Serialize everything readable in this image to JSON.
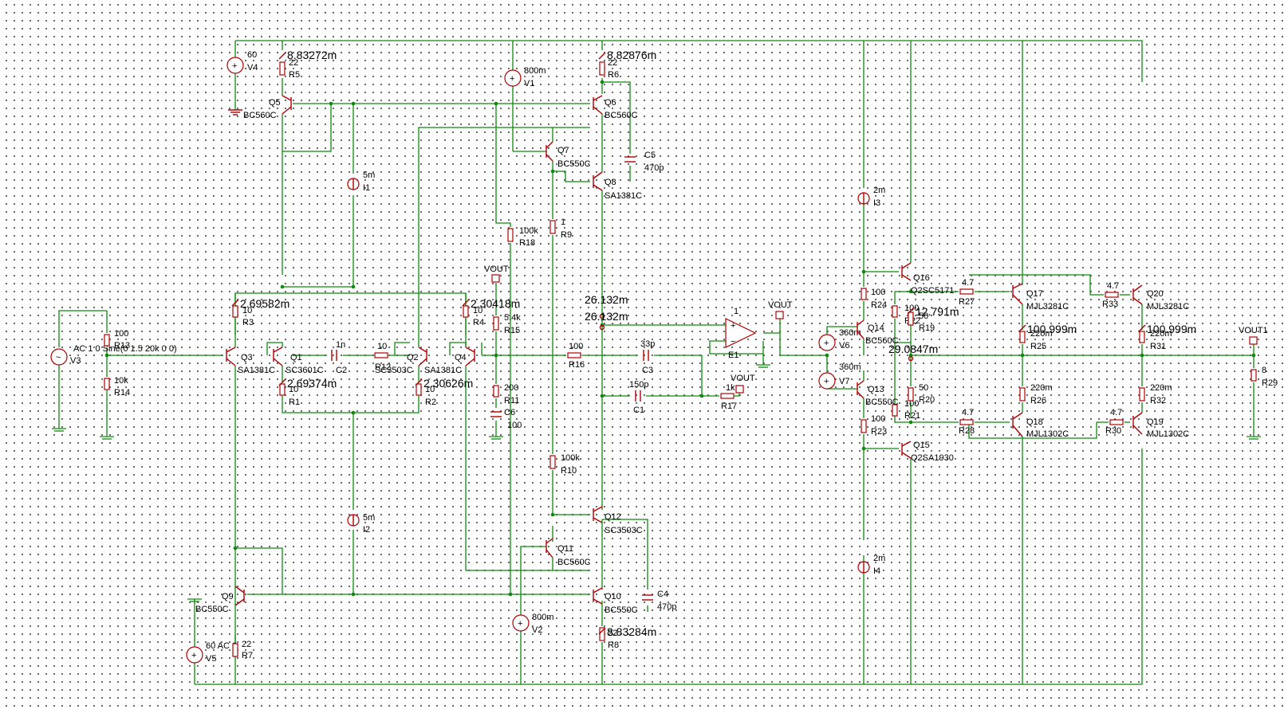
{
  "sources": [
    {
      "ref": "V4",
      "value": "60"
    },
    {
      "ref": "V1",
      "value": "800m"
    },
    {
      "ref": "V2",
      "value": "800m"
    },
    {
      "ref": "V5",
      "value": "60 AC 0"
    },
    {
      "ref": "V3",
      "value": "AC 1 0 Sine(0 1.5 20k 0 0)"
    },
    {
      "ref": "V6",
      "value": "360m"
    },
    {
      "ref": "V7",
      "value": "360m"
    },
    {
      "ref": "I1",
      "value": "5m"
    },
    {
      "ref": "I2",
      "value": "5m"
    },
    {
      "ref": "I3",
      "value": "2m"
    },
    {
      "ref": "I4",
      "value": "2m"
    }
  ],
  "resistors": [
    {
      "ref": "R5",
      "value": "22"
    },
    {
      "ref": "R6",
      "value": "22"
    },
    {
      "ref": "R3",
      "value": "10"
    },
    {
      "ref": "R4",
      "value": "10"
    },
    {
      "ref": "R1",
      "value": "10"
    },
    {
      "ref": "R2",
      "value": "10"
    },
    {
      "ref": "R13",
      "value": "100"
    },
    {
      "ref": "R14",
      "value": "10k"
    },
    {
      "ref": "R18",
      "value": "100k"
    },
    {
      "ref": "R9",
      "value": "1"
    },
    {
      "ref": "R15",
      "value": "5.4k"
    },
    {
      "ref": "R11",
      "value": "200"
    },
    {
      "ref": "R16",
      "value": "100"
    },
    {
      "ref": "R10",
      "value": "100k"
    },
    {
      "ref": "R8",
      "value": "22"
    },
    {
      "ref": "R7",
      "value": "22"
    },
    {
      "ref": "R17",
      "value": "1k"
    },
    {
      "ref": "R24",
      "value": "100"
    },
    {
      "ref": "R23",
      "value": "100"
    },
    {
      "ref": "R22",
      "value": "100"
    },
    {
      "ref": "R21",
      "value": "100"
    },
    {
      "ref": "R19",
      "value": "50"
    },
    {
      "ref": "R20",
      "value": "50"
    },
    {
      "ref": "R27",
      "value": "4.7"
    },
    {
      "ref": "R28",
      "value": "4.7"
    },
    {
      "ref": "R33",
      "value": "4.7"
    },
    {
      "ref": "R30",
      "value": "4.7"
    },
    {
      "ref": "R25",
      "value": "220m"
    },
    {
      "ref": "R26",
      "value": "220m"
    },
    {
      "ref": "R31",
      "value": "220m"
    },
    {
      "ref": "R32",
      "value": "220m"
    },
    {
      "ref": "R29",
      "value": "8"
    },
    {
      "ref": "R12",
      "value": "10"
    }
  ],
  "capacitors": [
    {
      "ref": "C2",
      "value": "1n"
    },
    {
      "ref": "C5",
      "value": "470p"
    },
    {
      "ref": "C4",
      "value": "470p"
    },
    {
      "ref": "C3",
      "value": "33p"
    },
    {
      "ref": "C1",
      "value": "150p"
    },
    {
      "ref": "C6",
      "value": "100"
    }
  ],
  "transistors": [
    {
      "ref": "Q5",
      "part": "BC560C"
    },
    {
      "ref": "Q6",
      "part": "BC560C"
    },
    {
      "ref": "Q7",
      "part": "BC550C"
    },
    {
      "ref": "Q8",
      "part": "SA1381C"
    },
    {
      "ref": "Q3",
      "part": "SA1381C"
    },
    {
      "ref": "Q1",
      "part": "SC3601C"
    },
    {
      "ref": "Q2",
      "part": "SC3503C"
    },
    {
      "ref": "Q4",
      "part": "SA1381C"
    },
    {
      "ref": "Q12",
      "part": "SC3503C"
    },
    {
      "ref": "Q11",
      "part": "BC560C"
    },
    {
      "ref": "Q10",
      "part": "BC550C"
    },
    {
      "ref": "Q9",
      "part": "BC550C"
    },
    {
      "ref": "Q16",
      "part": "Q2SC5171"
    },
    {
      "ref": "Q14",
      "part": "BC560C"
    },
    {
      "ref": "Q13",
      "part": "BC550C"
    },
    {
      "ref": "Q15",
      "part": "Q2SA1930"
    },
    {
      "ref": "Q17",
      "part": "MJL3281C"
    },
    {
      "ref": "Q18",
      "part": "MJL1302C"
    },
    {
      "ref": "Q20",
      "part": "MJL3281C"
    },
    {
      "ref": "Q19",
      "part": "MJL1302C"
    }
  ],
  "amplifier": {
    "ref": "E1",
    "gain": "1"
  },
  "probes": [
    {
      "id": "p-r5",
      "value": "8.83272m"
    },
    {
      "id": "p-r6",
      "value": "8.82876m"
    },
    {
      "id": "p-r3",
      "value": "2.69582m"
    },
    {
      "id": "p-r4",
      "value": "2.30418m"
    },
    {
      "id": "p-r1",
      "value": "2.69374m"
    },
    {
      "id": "p-r2",
      "value": "2.30626m"
    },
    {
      "id": "p-r8",
      "value": "8.83284m"
    },
    {
      "id": "p-r19",
      "value": "12.791m"
    },
    {
      "id": "p-r25",
      "value": "100.999m"
    },
    {
      "id": "p-r31",
      "value": "100.999m"
    },
    {
      "id": "p-bias",
      "value": "29.0847m"
    },
    {
      "id": "p-26a",
      "value": "26.132m"
    },
    {
      "id": "p-26b",
      "value": "26.132m"
    }
  ],
  "net_labels": {
    "vout": "VOUT",
    "vout1": "VOUT1"
  },
  "colors": {
    "wire": "#0b8a0b",
    "component": "#b00000",
    "grid_dot": "#5a5a5a",
    "background": "#ffffff"
  }
}
